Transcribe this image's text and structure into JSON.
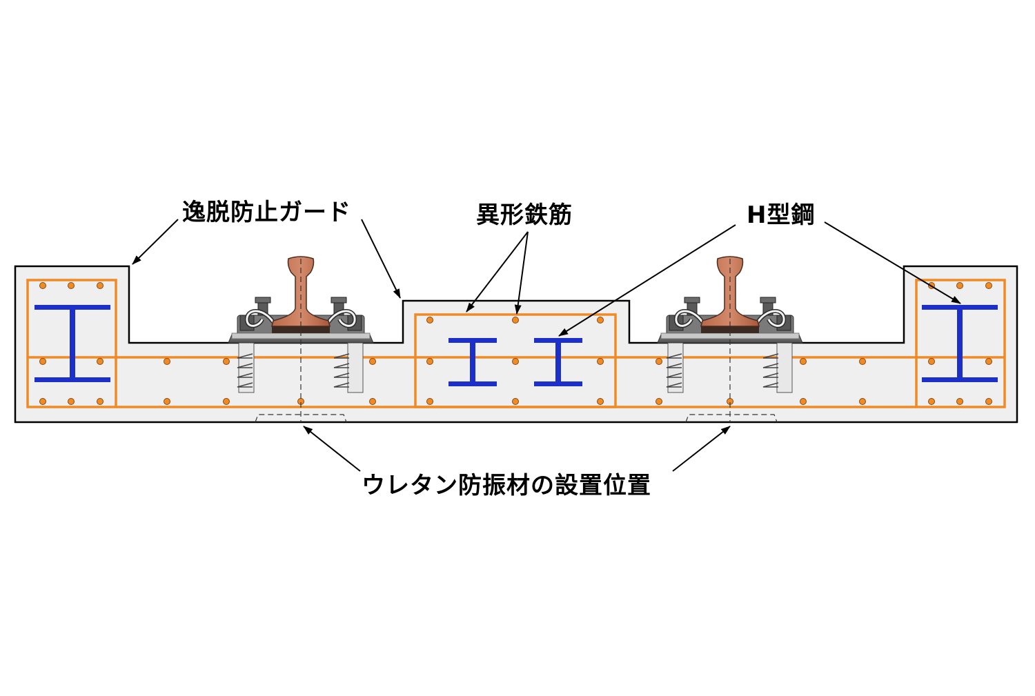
{
  "labels": {
    "derailment_guard": "逸脱防止ガード",
    "deformed_rebar": "異形鉄筋",
    "h_steel": "H型鋼",
    "urethane_position": "ウレタン防振材の設置位置"
  },
  "colors": {
    "concrete_fill": "#efefef",
    "outline": "#000000",
    "rebar": "#f08a24",
    "rebar_dot": "#f08a24",
    "h_steel": "#1c2fc8",
    "rail": "#c9795a",
    "tie_plate": "#6e6e6e",
    "pad": "#3a2a22",
    "anchor": "#e6e6e6"
  }
}
